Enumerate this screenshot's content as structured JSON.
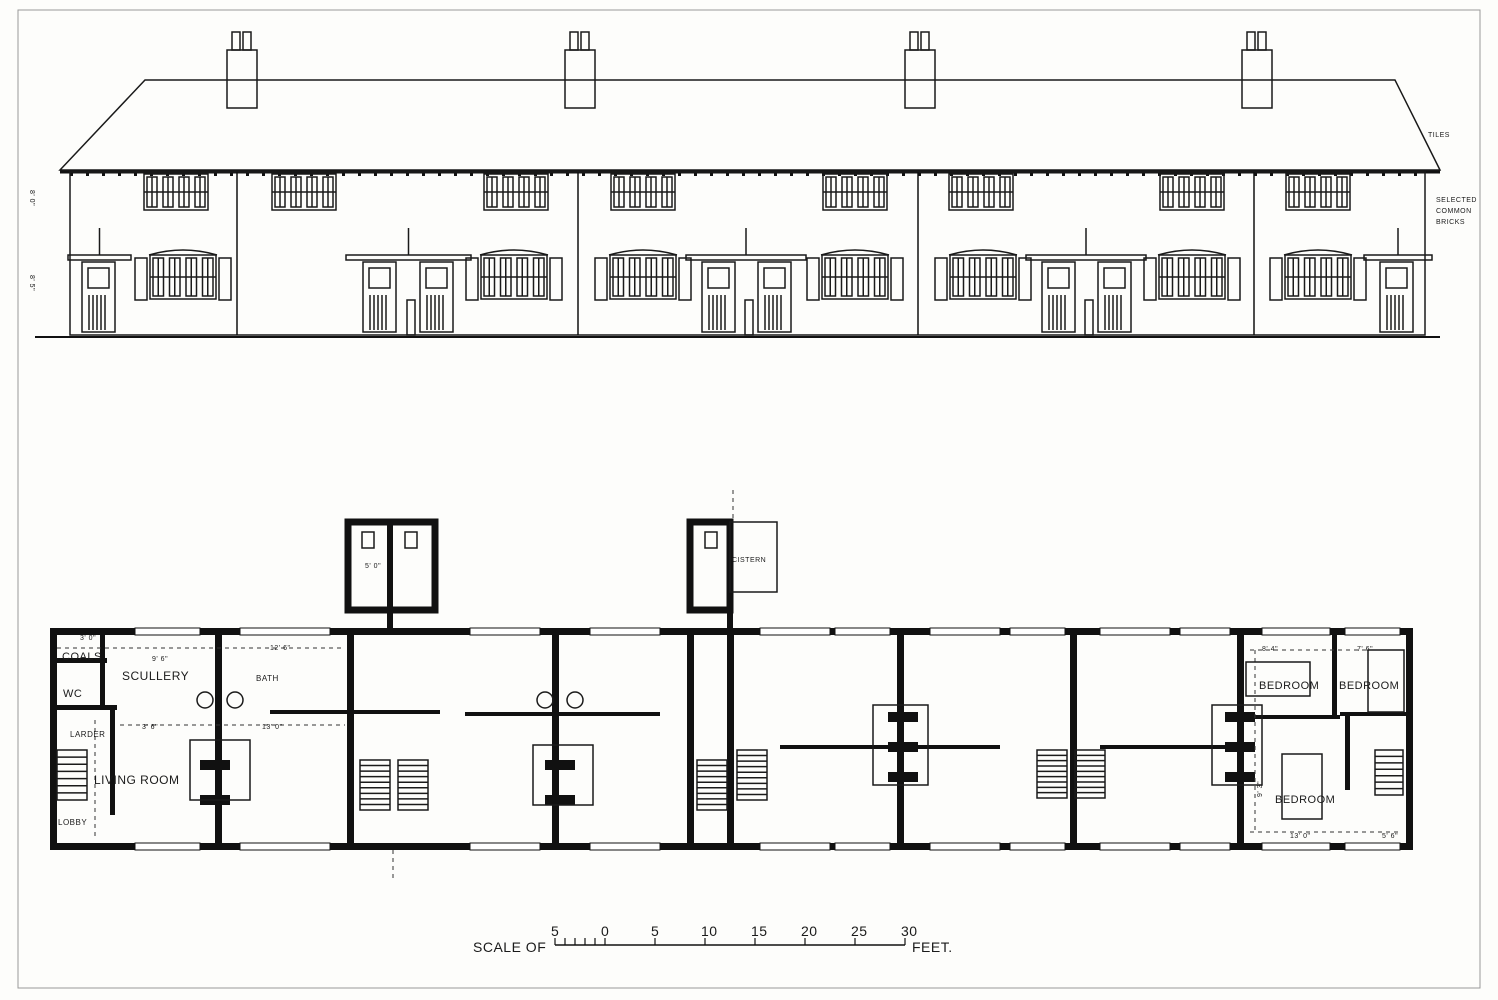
{
  "elevation": {
    "notes": {
      "tiles": "TILES",
      "bricks": [
        "SELECTED",
        "COMMON",
        "BRICKS"
      ]
    },
    "dimensions": [
      "8' 0\"",
      "8' 5\""
    ]
  },
  "plan": {
    "rooms": {
      "coals": "COALS",
      "wc": "WC",
      "scullery": "SCULLERY",
      "bath": "BATH",
      "larder": "LARDER",
      "living_room": "LIVING ROOM",
      "lobby": "LOBBY",
      "bedroom_1": "BEDROOM",
      "bedroom_2": "BEDROOM",
      "bedroom_3": "BEDROOM",
      "cistern": "CISTERN"
    },
    "dimensions": {
      "d1": "3' 0\"",
      "d2": "9' 6\"",
      "d3": "12' 6\"",
      "d4": "3' 6\"",
      "d5": "13' 0\"",
      "d6": "5' 0\"",
      "d7": "8' 4\"",
      "d8": "7' 6\"",
      "d9": "9' 3\"",
      "d10": "13' 0\"",
      "d11": "5' 6\""
    }
  },
  "scale": {
    "prefix": "SCALE OF",
    "suffix": "FEET.",
    "ticks": [
      "5",
      "0",
      "5",
      "10",
      "15",
      "20",
      "25",
      "30"
    ]
  }
}
